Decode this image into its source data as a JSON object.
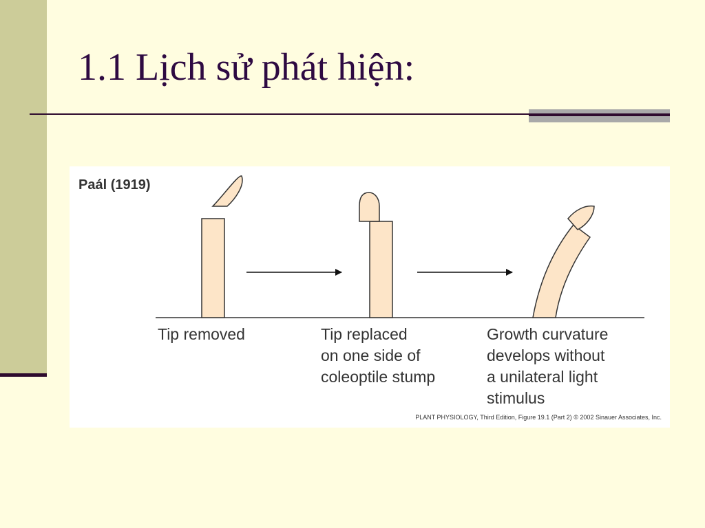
{
  "slide": {
    "title": "1.1 Lịch sử phát hiện:"
  },
  "figure": {
    "heading": "Paál (1919)",
    "captions": [
      {
        "lines": [
          "Tip removed"
        ]
      },
      {
        "lines": [
          "Tip replaced",
          "on one side of",
          "coleoptile stump"
        ]
      },
      {
        "lines": [
          "Growth curvature",
          "develops without",
          "a unilateral light",
          "stimulus"
        ]
      }
    ],
    "credit": "PLANT PHYSIOLOGY, Third Edition, Figure 19.1 (Part 2)  © 2002 Sinauer Associates, Inc."
  },
  "colors": {
    "background": "#FFFDE0",
    "left_bar": "#CCCC99",
    "title_text": "#2E0A42",
    "rule": "#2E0A2E",
    "coleoptile_fill": "#FDE5C8",
    "figure_text": "#333333"
  }
}
